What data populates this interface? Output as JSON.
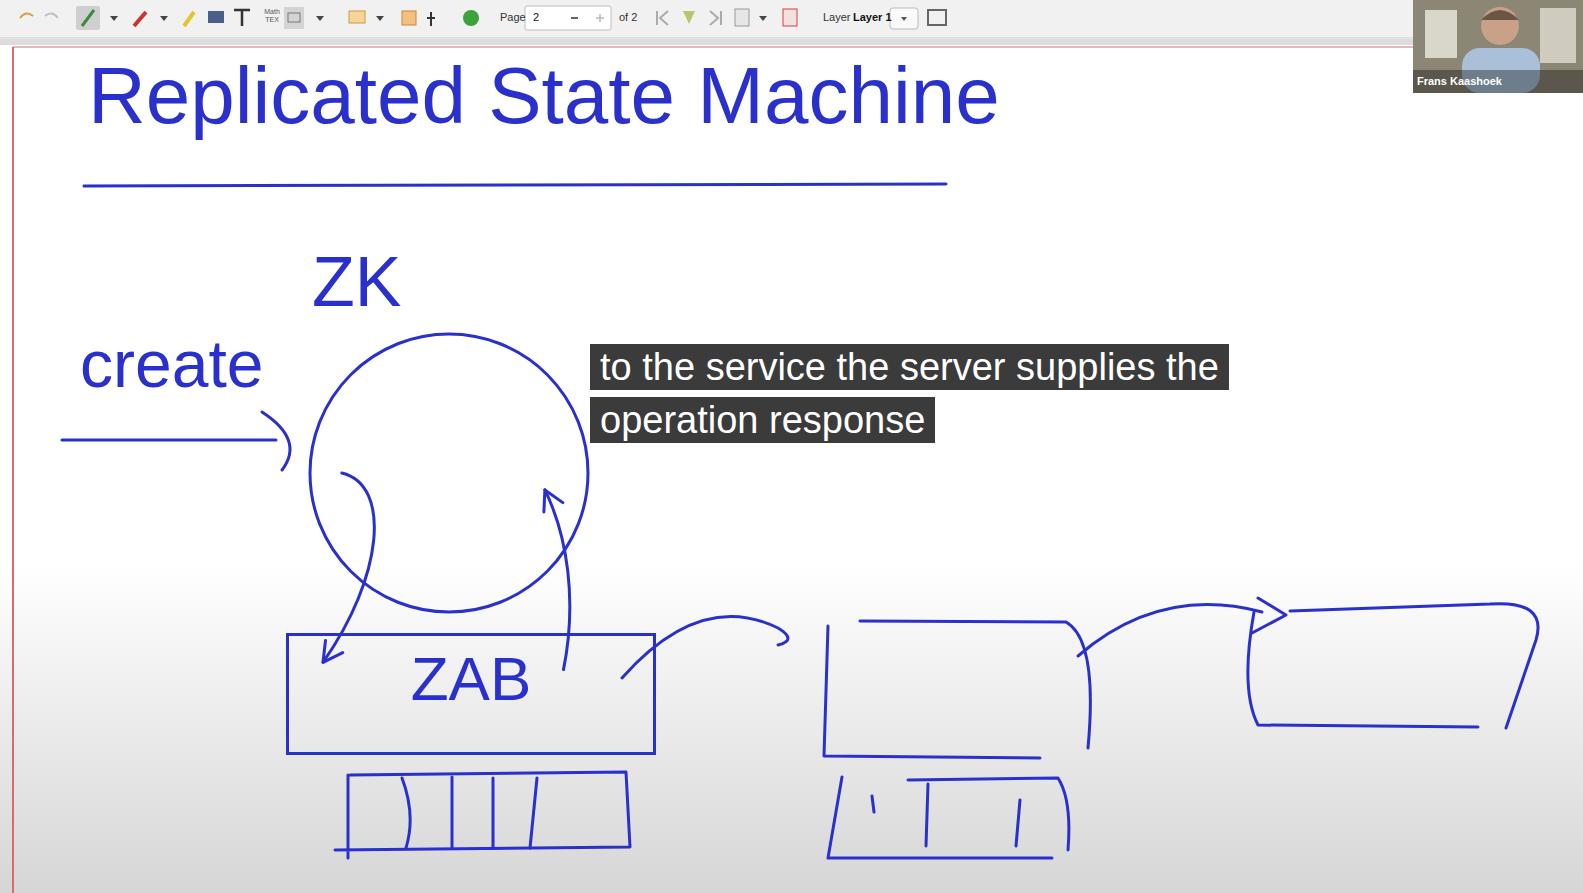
{
  "diagram": {
    "title": "Replicated State Machine",
    "nodes": [
      {
        "text": [
          "ZK"
        ]
      },
      {
        "text": [
          "ZAB"
        ]
      }
    ],
    "edges": [
      {
        "from": 0,
        "to": 1,
        "arrow": "to"
      },
      {
        "from": 1,
        "to": 0,
        "arrow": "to"
      }
    ],
    "labels": [
      "Math TEX",
      "Page",
      "2",
      "of 2",
      "Layer",
      "Layer 1",
      "Frans Kaashoek",
      "create",
      "to the service the server supplies the operation response"
    ]
  }
}
